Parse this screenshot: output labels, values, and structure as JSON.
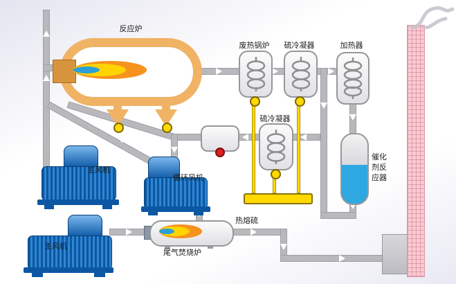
{
  "labels": {
    "furnace": "反应炉",
    "waste_heat_boiler": "废热锅炉",
    "sulfur_condenser_top": "硫冷凝器",
    "heater": "加热器",
    "sulfur_condenser_mid": "硫冷凝器",
    "main_fan_top": "主风机",
    "circulation_fan": "循环风机",
    "main_fan_bottom": "主风机",
    "incinerator": "尾气焚烧炉",
    "molten_sulfur": "热熔硫",
    "catalyst_reactor": "催化剂反应器"
  },
  "colors": {
    "pipe": "#b9b9bd",
    "furnace": "#f0b264",
    "furnace_dark": "#d8943c",
    "yellow": "#ffd900",
    "liquid": "#2fa8e1",
    "blower_dark": "#0b57a4",
    "blower_mid": "#2f86d1",
    "blower_light": "#7ab6ec",
    "stack_pink": "#f6ccd2",
    "flame_orange": "#f6921e",
    "flame_yellow": "#ffd400",
    "flame_blue": "#2a9fd8",
    "valve_red": "#e02020"
  }
}
